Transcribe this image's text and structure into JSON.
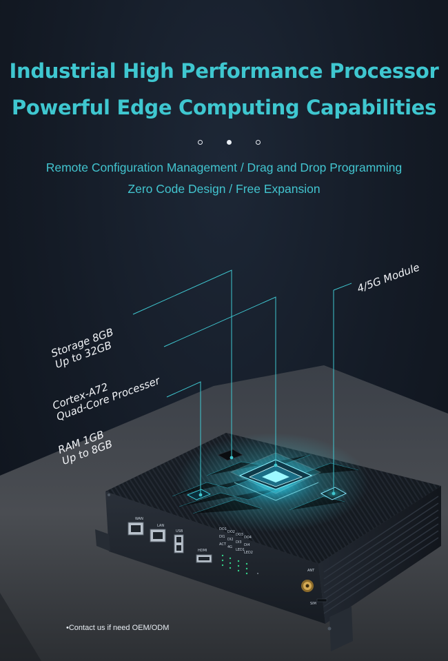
{
  "headline": {
    "line1": "Industrial High Performance Processor",
    "line2": "Powerful Edge Computing Capabilities"
  },
  "subtitle": {
    "line1": "Remote Configuration Management / Drag and Drop Programming",
    "line2": "Zero Code Design / Free Expansion"
  },
  "callouts": {
    "storage": {
      "line1": "Storage 8GB",
      "line2": "Up to 32GB"
    },
    "processor": {
      "line1": "Cortex-A72",
      "line2": "Quad-Core Processer"
    },
    "ram": {
      "line1": "RAM 1GB",
      "line2": "Up to 8GB"
    },
    "modem": {
      "line1": "4/5G Module"
    }
  },
  "device_labels": {
    "wan": "WAN",
    "lan": "LAN",
    "usb": "USB",
    "hdmi": "HDMI",
    "do1": "DO1",
    "do2": "DO2",
    "do3": "DO3",
    "do4": "DO4",
    "di1": "DI1",
    "di2": "DI2",
    "di3": "DI3",
    "di4": "DI4",
    "act": "ACT",
    "fourg": "4G",
    "led1": "LED1",
    "led2": "LED2",
    "ant": "ANT",
    "sim": "SIM"
  },
  "contact_note": "Contact us if need OEM/ODM",
  "colors": {
    "accent": "#3fc7d0",
    "background": "#141b26",
    "text": "#e9eef4",
    "led": "#35d38a"
  }
}
